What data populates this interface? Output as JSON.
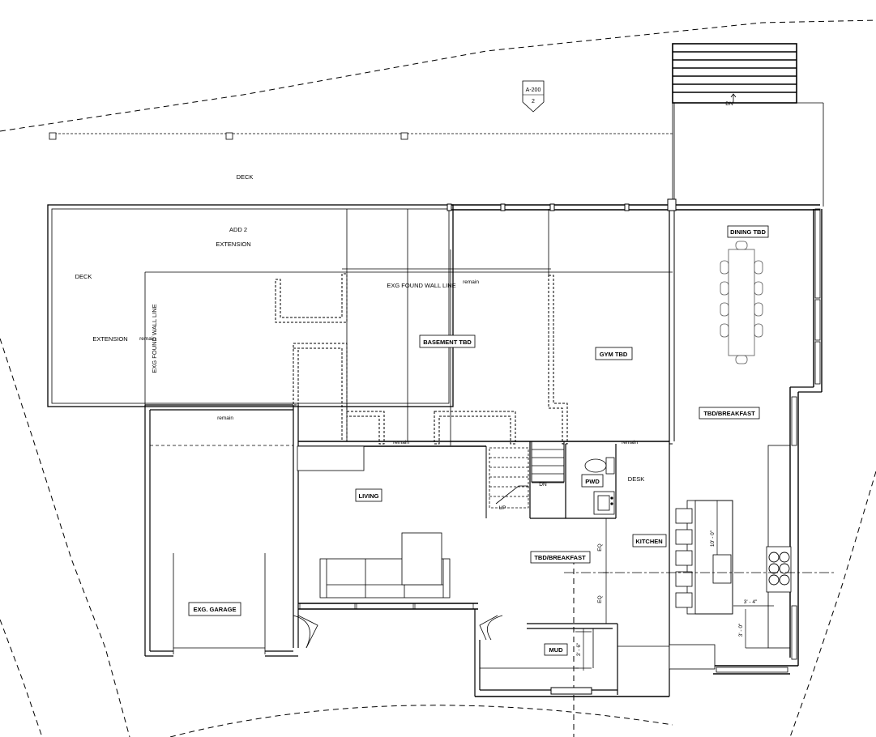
{
  "plan": {
    "section_tag": {
      "sheet": "A-200",
      "number": "2"
    },
    "rooms": {
      "dining": "DINING TBD",
      "breakfast_right": "TBD/BREAKFAST",
      "basement": "BASEMENT TBD",
      "gym": "GYM TBD",
      "living": "LIVING",
      "pwd": "PWD",
      "garage": "EXG. GARAGE",
      "kitchen": "KITCHEN",
      "breakfast_center": "TBD/BREAKFAST",
      "mud": "MUD"
    },
    "notes": {
      "deck_top": "DECK",
      "deck_left": "DECK",
      "add_2": "ADD 2",
      "extension_top": "EXTENSION",
      "extension_left": "EXTENSION",
      "exg_found_wall_line_h": "EXG FOUND WALL LINE",
      "exg_found_wall_line_v": "EXG FOUND WALL LINE",
      "remain_1": "remain",
      "remain_2": "remain",
      "remain_3": "remain",
      "remain_4": "remain",
      "remain_5": "remain",
      "desk": "DESK",
      "dn_stair": "DN",
      "up_stair": "UP",
      "dn_deck": "DN"
    },
    "dimensions": {
      "eq_1": "EQ",
      "eq_2": "EQ",
      "island_length": "10' - 0\"",
      "clear_1": "3' - 4\"",
      "clear_2": "3' - 0\"",
      "mud_depth": "3' - 6\""
    }
  }
}
